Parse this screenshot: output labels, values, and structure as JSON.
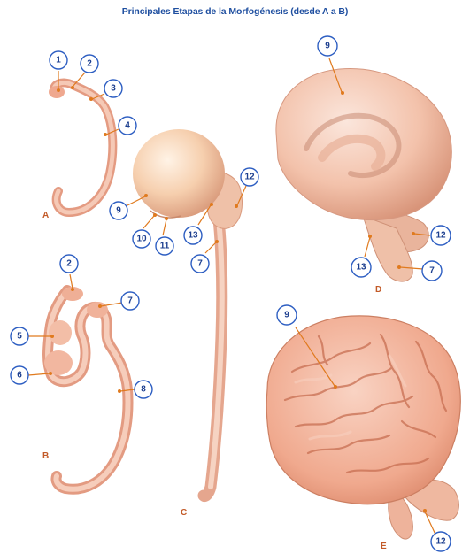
{
  "title": "Principales Etapas de la Morfogénesis (desde A a B)",
  "stages": {
    "a": "A",
    "b": "B",
    "c": "C",
    "d": "D",
    "e": "E"
  },
  "labels": {
    "a1": "1",
    "a2": "2",
    "a3": "3",
    "a4": "4",
    "b2": "2",
    "b5": "5",
    "b6": "6",
    "b7": "7",
    "b8": "8",
    "c9": "9",
    "c10": "10",
    "c11": "11",
    "c12": "12",
    "c13": "13",
    "c7": "7",
    "d9": "9",
    "d12": "12",
    "d13": "13",
    "d7": "7",
    "e9": "9",
    "e12": "12"
  },
  "colors": {
    "tissue": "#f1b9a0",
    "tissue_dark": "#d98e78",
    "label_ring": "#2d5ec2",
    "pointer": "#e07a1e",
    "title": "#1f4fa0"
  }
}
